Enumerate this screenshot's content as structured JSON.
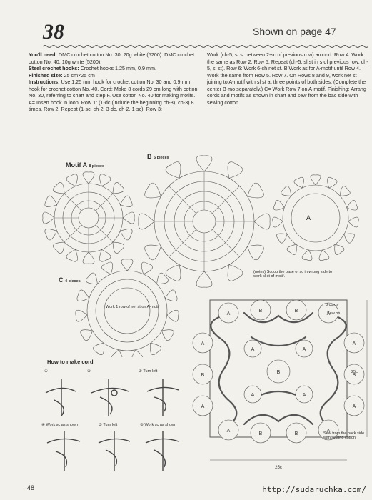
{
  "header": {
    "pattern_number": "38",
    "shown_on": "Shown on page 47"
  },
  "instructions": {
    "left_paragraph": [
      {
        "bold": "You'll need:",
        "text": " DMC crochet cotton No. 30, 20g white (5200). DMC crochet cotton No. 40, 10g white (5200)."
      },
      {
        "bold": "Steel crochet hooks:",
        "text": " Crochet hooks 1.25 mm, 0.9 mm."
      },
      {
        "bold": "Finished size:",
        "text": " 25 cm×25 cm"
      },
      {
        "bold": "Instructions:",
        "text": " Use 1.25 mm hook for crochet cotton No. 30 and 0.9 mm hook for crochet cotton No. 40. Cord: Make 8 cords 29 cm long with cotton No. 30, referring to chart and step F. Use cotton No. 40 for making motifs. A= Insert hook in loop. Row 1: (1-dc (include the beginning ch-3), ch-3) 8 times. Row 2: Repeat (1-sc, ch-2, 3-dc, ch-2, 1-sc). Row 3:"
      }
    ],
    "right_paragraph": "Work (ch-5, sl st between 2-sc of previous row) around. Row 4: Work the same as Row 2. Row 5: Repeat (ch-5, sl st in s of previous row, ch-5, sl st). Row 6: Work 6-ch net st. B Work as for A-motif until Row 4. Work the same from Row 5. Row 7. On Rows 8 and 9, work net st joining to A-motif with sl st at three points of both sides. (Complete the center B-mo separately.) C= Work Row 7 on A-motif. Finishing: Arrang cords and motifs as shown in chart and sew from the bac side with sewing cotton."
  },
  "diagram_labels": {
    "motif_a_title": "Motif A",
    "motif_a_pieces": "8 pieces",
    "motif_b_title": "B",
    "motif_b_pieces": "5 pieces",
    "motif_c_title": "C",
    "motif_c_pieces": "4 pieces",
    "motif_c_note": "Work 1 row of net st on A-motif",
    "plain_a_label": "A",
    "notes": "(notes) Scoop the base of sc in wrong side to work sl st of motif.",
    "cords_label": "8 cords",
    "sew_on": "Sew on",
    "sew_from_back": "Sew from the back side with sewing cotton",
    "dimension_width": "25c",
    "dimension_height": "25c"
  },
  "cord_steps": {
    "title": "How to make cord",
    "step1": "①",
    "step2": "②",
    "step3": "③ Turn left",
    "step4": "④ Work sc as shown",
    "step5": "⑤ Turn left",
    "step6": "⑥ Work sc as shown"
  },
  "assembly": {
    "top_row": [
      "A",
      "B",
      "B",
      "A"
    ],
    "left_col": [
      "A",
      "B",
      "A"
    ],
    "right_col": [
      "A",
      "B",
      "A"
    ],
    "bottom_row": [
      "A",
      "B",
      "B",
      "A"
    ],
    "center": "B",
    "inner": [
      "A",
      "A",
      "A",
      "A"
    ]
  },
  "footer": {
    "page_number": "48",
    "source_url": "http://sudaruchka.com/"
  }
}
